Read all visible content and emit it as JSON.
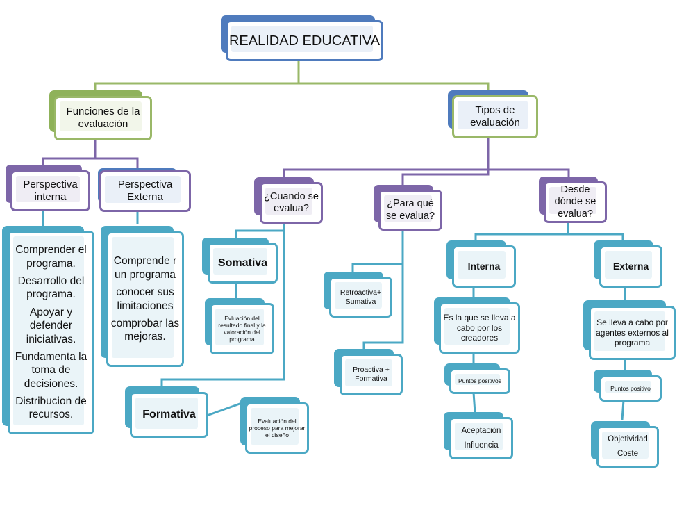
{
  "colors": {
    "blue": "#4f7bbd",
    "green": "#9ab868",
    "purple": "#7d66a8",
    "teal": "#4ba8c4"
  },
  "root": {
    "label": "REALIDAD EDUCATIVA"
  },
  "funciones": {
    "label": "Funciones de la evaluación",
    "perspectiva_interna": {
      "label": "Perspectiva interna",
      "items": [
        "Comprender el programa.",
        "Desarrollo del programa.",
        "Apoyar y defender iniciativas.",
        "Fundamenta la toma de decisiones.",
        "Distribucion de recursos."
      ]
    },
    "perspectiva_externa": {
      "label": "Perspectiva Externa",
      "items": [
        "Comprende r un programa",
        "conocer sus limitaciones",
        "comprobar las mejoras."
      ]
    }
  },
  "tipos": {
    "label": "Tipos de evaluación",
    "cuando": {
      "label": "¿Cuando se evalua?",
      "somativa": {
        "label": "Somativa",
        "desc": "Evluación del resultado final y la valoración del programa"
      },
      "formativa": {
        "label": "Formativa",
        "desc": "Evaluación del proceso para mejorar el diseño"
      }
    },
    "para_que": {
      "label": "¿Para qué se evalua?",
      "retroactiva": "Retroactiva+ Sumativa",
      "proactiva": "Proactiva + Formativa"
    },
    "desde_donde": {
      "label": "Desde dónde se evalua?",
      "interna": {
        "label": "Interna",
        "desc": "Es la que se lleva a cabo por los creadores",
        "puntos_label": "Puntos positivos",
        "puntos": [
          "Aceptación",
          "Influencia"
        ]
      },
      "externa": {
        "label": "Externa",
        "desc": "Se lleva a cabo por agentes externos al programa",
        "puntos_label": "Puntos positivo",
        "puntos": [
          "Objetividad",
          "Coste"
        ]
      }
    }
  }
}
